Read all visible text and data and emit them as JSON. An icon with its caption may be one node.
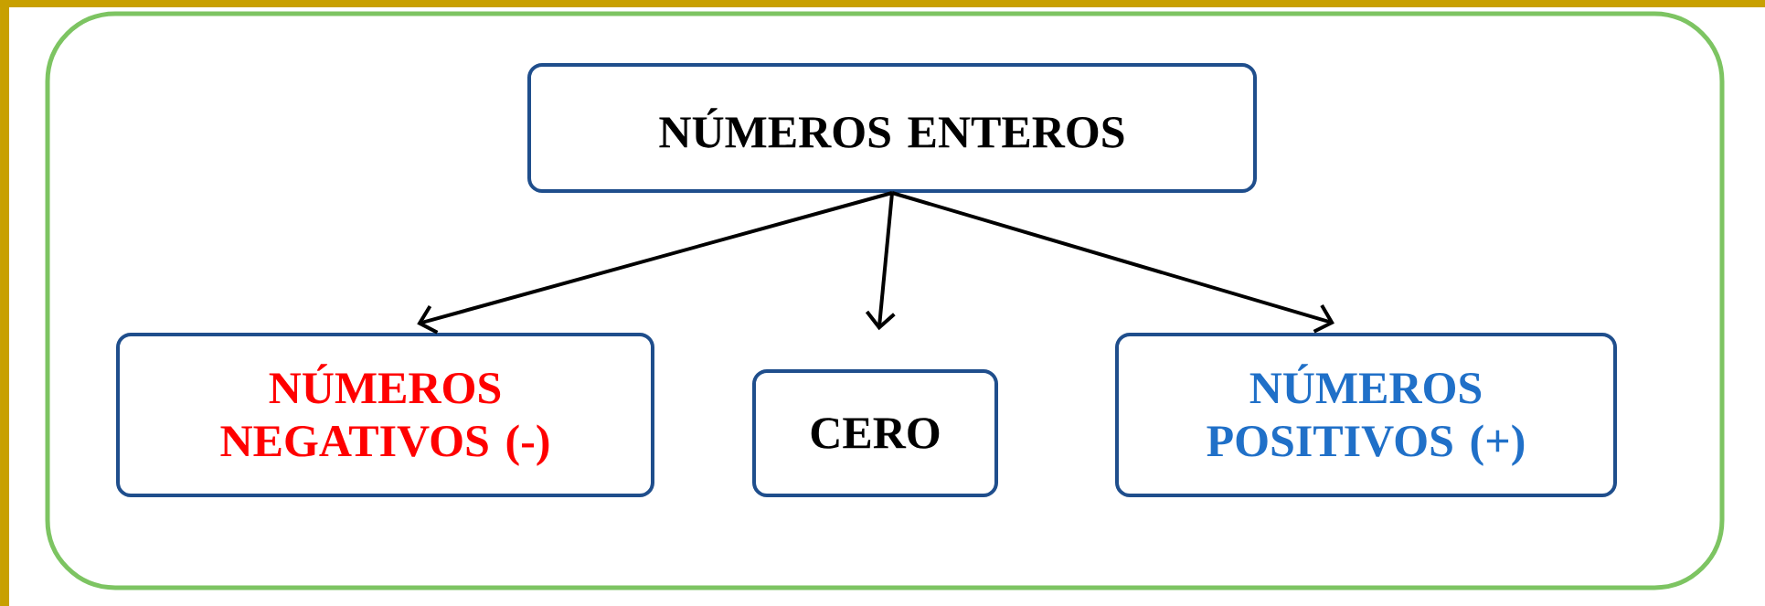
{
  "diagram": {
    "nodes": [
      {
        "text": [
          "NÚMEROS ENTEROS"
        ]
      },
      {
        "text": [
          "NÚMEROS NEGATIVOS (-)"
        ]
      },
      {
        "text": [
          "CERO"
        ]
      },
      {
        "text": [
          "NÚMEROS POSITIVOS (+)"
        ]
      }
    ],
    "edges": [
      {
        "from": 0,
        "to": 1,
        "arrow": "to"
      },
      {
        "from": 0,
        "to": 2,
        "arrow": "to"
      },
      {
        "from": 0,
        "to": 3,
        "arrow": "to"
      }
    ]
  }
}
